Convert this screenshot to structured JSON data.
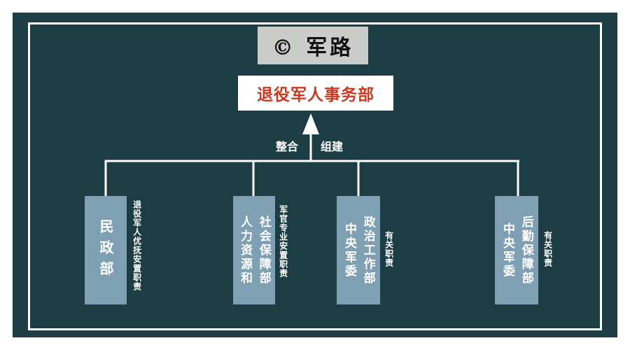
{
  "logo_text": "© 军路",
  "root": {
    "label": "退役军人事务部"
  },
  "edge_labels": {
    "left": "整合",
    "right": "组建"
  },
  "departments": [
    {
      "id": "minzheng",
      "lines": [
        "民政部"
      ],
      "note": "退役军人优抚安置职责"
    },
    {
      "id": "renli",
      "lines": [
        "社会保障部",
        "人力资源和"
      ],
      "note": "军官专业安置职责"
    },
    {
      "id": "zhengzhi",
      "lines": [
        "政治工作部",
        "中央军委"
      ],
      "note": "有关职责"
    },
    {
      "id": "houqin",
      "lines": [
        "后勤保障部",
        "中央军委"
      ],
      "note": "有关职责"
    }
  ],
  "colors": {
    "board": "#1d3d44",
    "frame": "#ffffff",
    "department_box": "#7f9fb3",
    "title_text": "#c8391f",
    "logo_box": "#c9ccc9"
  }
}
